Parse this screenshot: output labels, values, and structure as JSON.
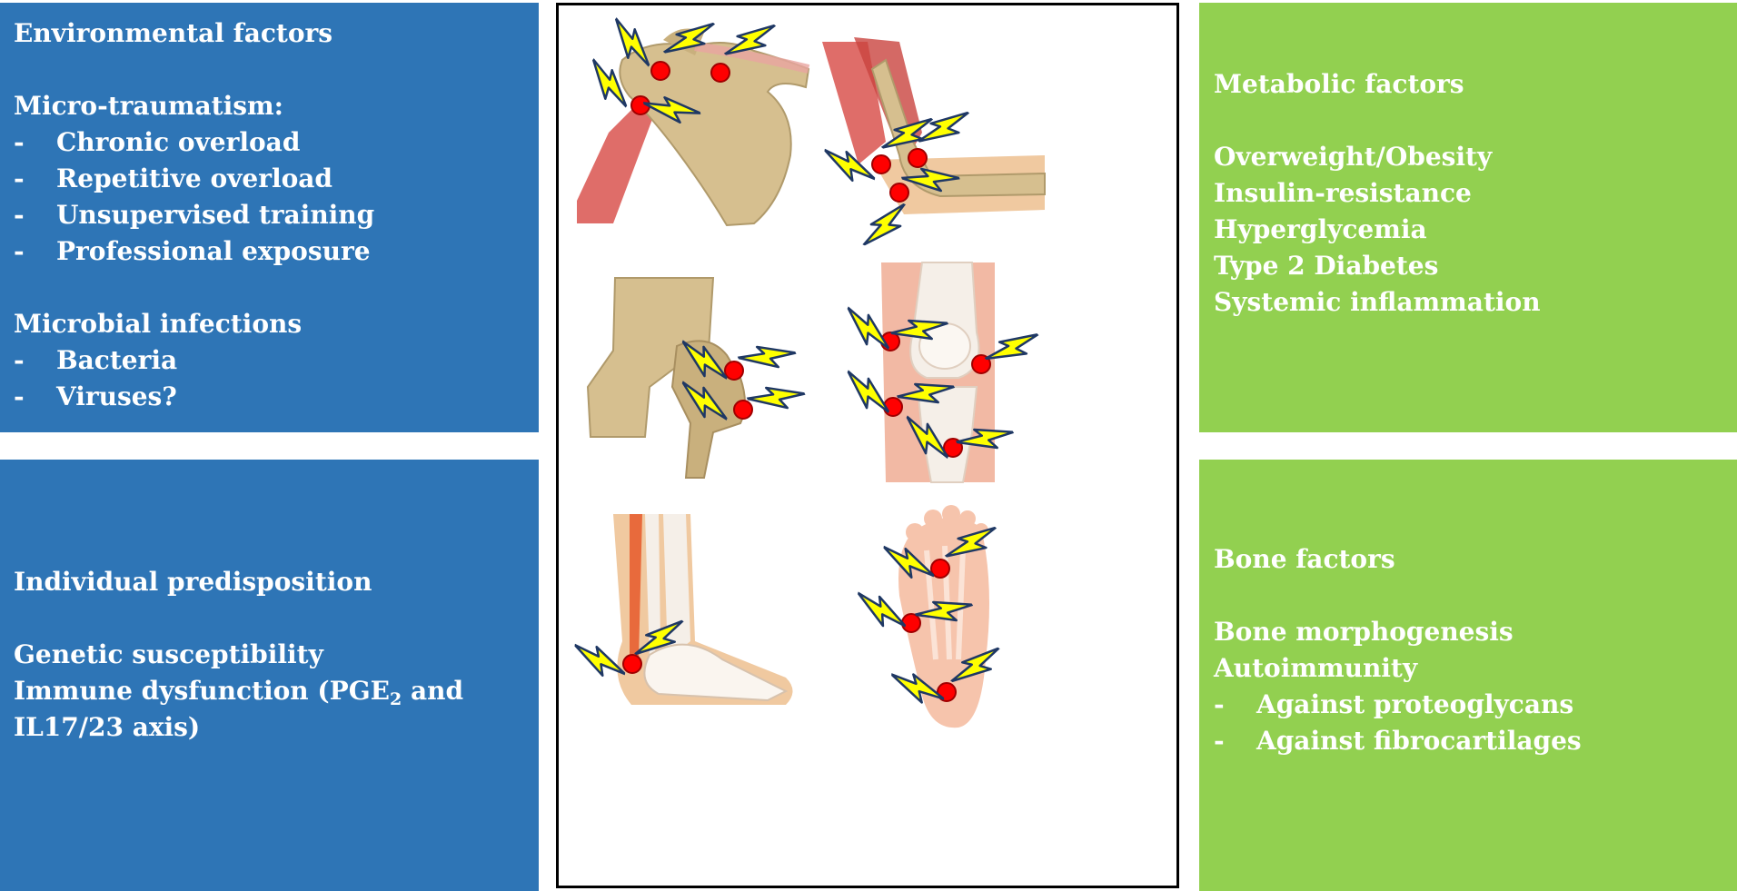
{
  "colors": {
    "blue_panel": "#2e75b6",
    "green_panel": "#92d050",
    "text": "#ffffff",
    "marker": "#ff0000",
    "bolt": "#ffff00"
  },
  "environmental": {
    "title": "Environmental factors",
    "micro_title": "Micro-traumatism:",
    "micro_items": [
      "Chronic overload",
      "Repetitive overload",
      "Unsupervised training",
      "Professional exposure"
    ],
    "microbial_title": "Microbial infections",
    "microbial_items": [
      "Bacteria",
      "Viruses?"
    ]
  },
  "individual": {
    "title": "Individual predisposition",
    "line1": "Genetic susceptibility",
    "line2_prefix": "Immune dysfunction (PGE",
    "line2_sub": "2",
    "line2_suffix": " and",
    "line3": "IL17/23 axis)"
  },
  "metabolic": {
    "title": "Metabolic factors",
    "items": [
      "Overweight/Obesity",
      "Insulin-resistance",
      "Hyperglycemia",
      "Type 2 Diabetes",
      "Systemic inflammation"
    ]
  },
  "bone": {
    "title": "Bone factors",
    "items": [
      "Bone morphogenesis",
      "Autoimmunity"
    ],
    "sub_items": [
      "Against proteoglycans",
      "Against fibrocartilages"
    ]
  },
  "illustrations": [
    "shoulder-icon",
    "elbow-icon",
    "hip-icon",
    "knee-icon",
    "ankle-icon",
    "foot-sole-icon"
  ]
}
